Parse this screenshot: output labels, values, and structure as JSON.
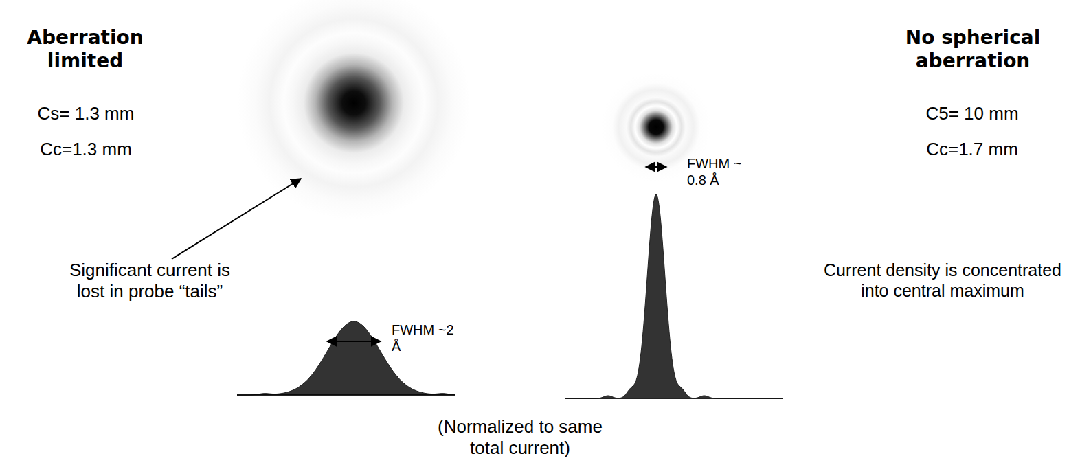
{
  "diagram": {
    "labels": [
      "Aberration limited",
      "Cs= 1.3 mm",
      "Cc=1.3 mm",
      "Significant current is lost in probe “tails”",
      "FWHM ~2 Å",
      "FWHM ~ 0.8 Å",
      "No spherical aberration",
      "C5= 10 mm",
      "Cc=1.7 mm",
      "Current density is concentrated into central maximum",
      "(Normalized to same total current)"
    ]
  }
}
